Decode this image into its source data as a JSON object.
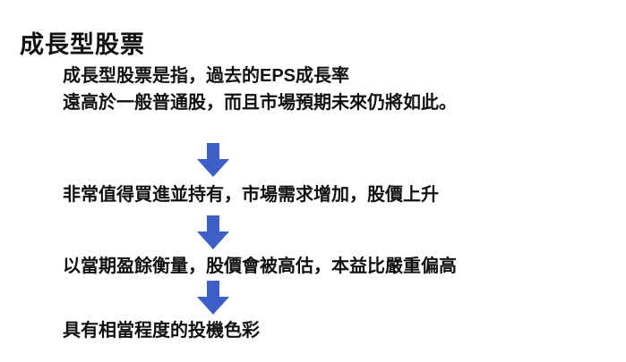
{
  "page": {
    "title": "成長型股票"
  },
  "diagram": {
    "type": "flow",
    "arrow_color": "#3E5FC7",
    "text_color": "#111111",
    "background_color": "#ffffff",
    "steps": [
      {
        "lines": [
          "成長型股票是指，過去的EPS成長率",
          "遠高於一般普通股，而且市場預期未來仍將如此。"
        ]
      },
      {
        "lines": [
          "非常值得買進並持有，市場需求增加，股價上升"
        ]
      },
      {
        "lines": [
          "以當期盈餘衡量，股價會被高估，本益比嚴重偏高"
        ]
      },
      {
        "lines": [
          "具有相當程度的投機色彩"
        ]
      }
    ]
  }
}
